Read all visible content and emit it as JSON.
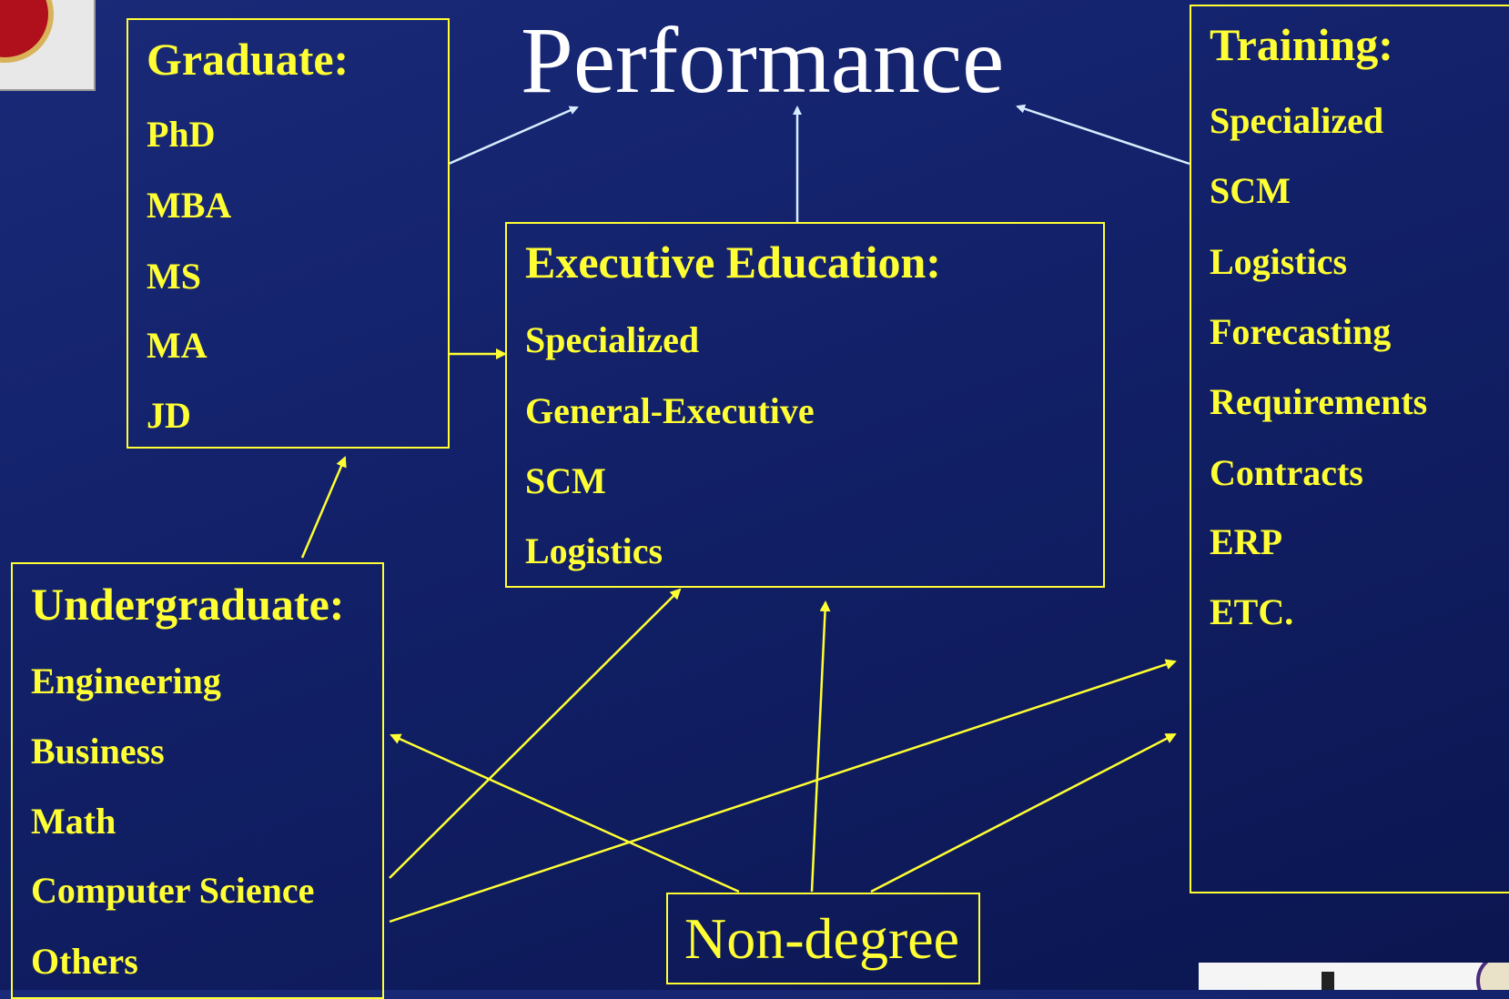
{
  "title": "Performance",
  "graduate": {
    "heading": "Graduate:",
    "items": [
      "PhD",
      "MBA",
      "MS",
      "MA",
      "JD"
    ]
  },
  "executive": {
    "heading": "Executive Education:",
    "items": [
      "Specialized",
      "General-Executive",
      "SCM",
      "Logistics"
    ]
  },
  "training": {
    "heading": "Training:",
    "items": [
      "Specialized",
      "SCM",
      "Logistics",
      "Forecasting",
      "Requirements",
      "Contracts",
      "ERP",
      "ETC."
    ]
  },
  "undergraduate": {
    "heading": "Undergraduate:",
    "items": [
      "Engineering",
      "Business",
      "Math",
      "Computer Science",
      "Others"
    ]
  },
  "nondegree": {
    "label": "Non-degree"
  },
  "colors": {
    "accent": "#ffff33",
    "title": "#ffffff",
    "top_arrows": "#d8ecff",
    "background": "#122068"
  }
}
